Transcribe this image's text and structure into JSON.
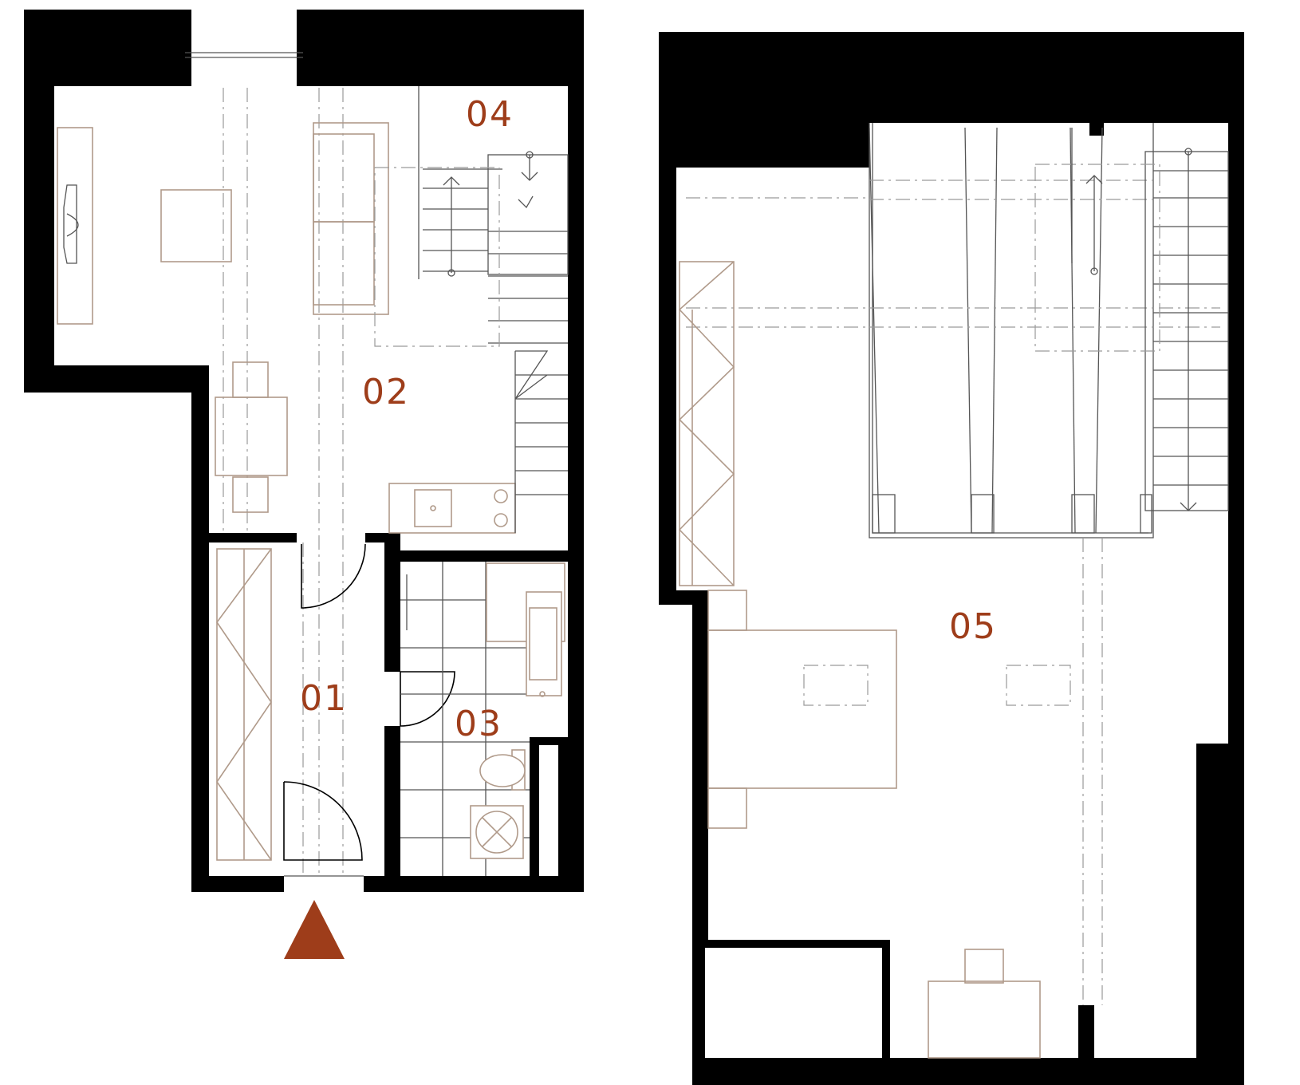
{
  "colors": {
    "accent": "#9e3d1a",
    "wall": "#000000",
    "furniture": "#b09a8a"
  },
  "ground_floor": {
    "rooms": [
      {
        "id": "01",
        "label": "01"
      },
      {
        "id": "02",
        "label": "02"
      },
      {
        "id": "03",
        "label": "03"
      },
      {
        "id": "04",
        "label": "04"
      }
    ],
    "entrance_marker": "entrance-arrow-icon"
  },
  "upper_floor": {
    "rooms": [
      {
        "id": "05",
        "label": "05"
      }
    ]
  }
}
